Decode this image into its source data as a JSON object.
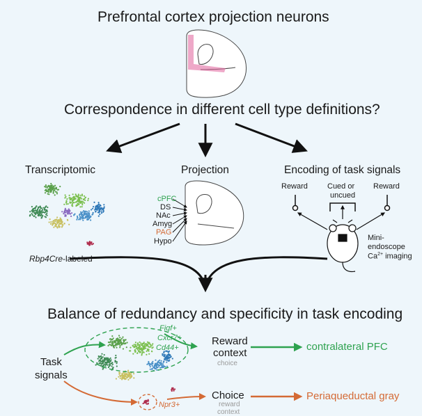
{
  "title": "Prefrontal cortex projection neurons",
  "question": "Correspondence in different cell type definitions?",
  "columns": {
    "transcriptomic": {
      "heading": "Transcriptomic",
      "label_italic": "Rbp4Cre",
      "label_rest": "-labeled"
    },
    "projection": {
      "heading": "Projection",
      "targets": [
        "cPFC",
        "DS",
        "NAc",
        "Amyg",
        "PAG",
        "Hypo"
      ]
    },
    "encoding": {
      "heading": "Encoding of task signals",
      "reward_left": "Reward",
      "cued_line1": "Cued or",
      "cued_line2": "uncued",
      "reward_right": "Reward",
      "mini_line1": "Mini-",
      "mini_line2": "endoscope",
      "ca_base": "Ca",
      "ca_sup": "2+",
      "ca_rest": " imaging"
    }
  },
  "balance_title": "Balance of redundancy and specificity in task encoding",
  "bottom": {
    "task_line1": "Task",
    "task_line2": "signals",
    "markers_green": [
      "Figf+",
      "Cxcr7+",
      "Cd44+"
    ],
    "marker_orange": "Npr3+",
    "reward_line1": "Reward",
    "reward_line2": "context",
    "reward_sub": "choice",
    "choice_label": "Choice",
    "choice_sub1": "reward",
    "choice_sub2": "context",
    "target_green": "contralateral PFC",
    "target_orange": "Periaqueductal gray"
  },
  "colors": {
    "green": "#2ea24f",
    "orange": "#d46a35",
    "pink": "#e0609a",
    "background": "#eef6fb"
  }
}
